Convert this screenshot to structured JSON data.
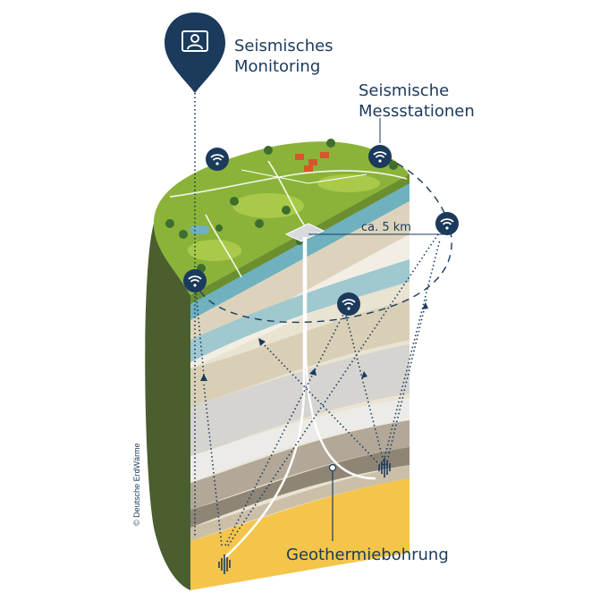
{
  "labels": {
    "monitoring_line1": "Seismisches",
    "monitoring_line2": "Monitoring",
    "stations_line1": "Seismische",
    "stations_line2": "Messstationen",
    "distance": "ca. 5 km",
    "well": "Geothermiebohrung",
    "credit": "© Deutsche ErdWärme"
  },
  "icons": {
    "monitoring": "monitoring-person-pin-icon",
    "station": "wifi-signal-icon",
    "source": "seismic-waveform-icon"
  },
  "colors": {
    "navy": "#1b3a5c",
    "grass": "#8bb33a",
    "grass_dark": "#56843a",
    "side": "#4a5e2f",
    "teal": "#6fb1bf",
    "sand": "#e7dfcd",
    "grey": "#c9c9c9",
    "brown": "#9a8f80",
    "yellow": "#f4c54a"
  }
}
